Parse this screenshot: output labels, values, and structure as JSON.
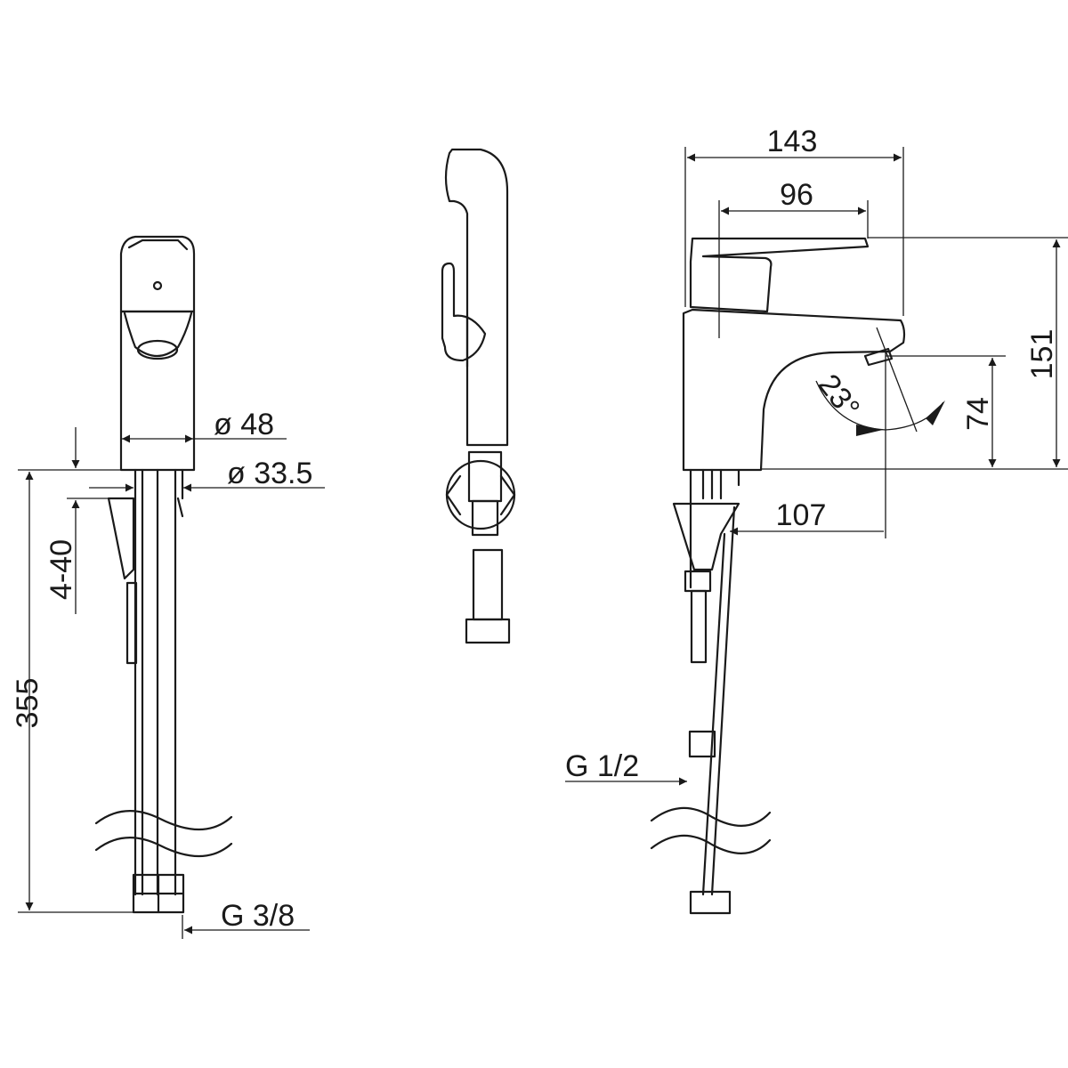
{
  "drawing": {
    "front_view": {
      "dim_height": "355",
      "dim_deck_thickness": "4-40",
      "dim_body_diameter": "ø 48",
      "dim_base_diameter": "ø 33.5",
      "dim_connection": "G 3/8"
    },
    "side_view": {
      "dim_total_depth": "143",
      "dim_handle_reach": "96",
      "dim_total_height": "151",
      "dim_spout_height": "74",
      "dim_spout_reach": "107",
      "dim_spray_angle": "23°",
      "dim_hose_connection": "G 1/2"
    },
    "color": "#1a1a1a"
  }
}
